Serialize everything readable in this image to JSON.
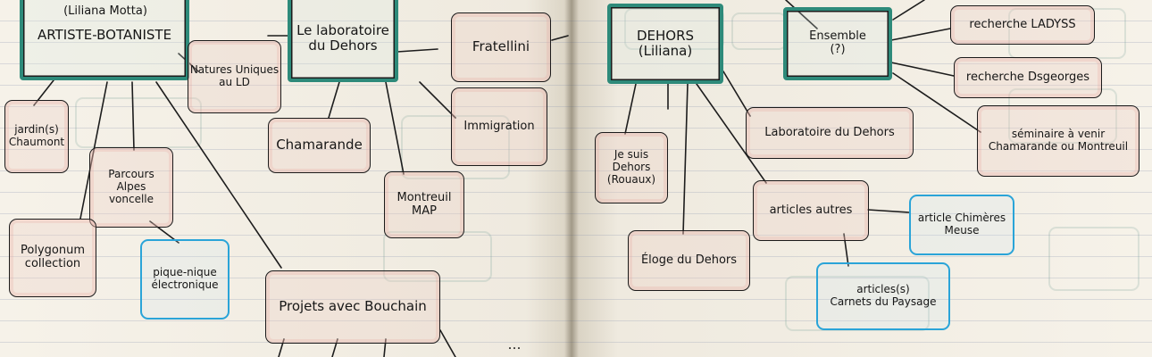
{
  "left_page": {
    "artiste_header": "(Liliana Motta)",
    "artiste": "ARTISTE-BOTANISTE",
    "laboratoire": "Le laboratoire\ndu Dehors",
    "fratellini": "Fratellini",
    "natures_uniques": "Natures Uniques\nau LD",
    "jardins": "jardin(s)\nChaumont",
    "parcours": "Parcours\nAlpes\nvoncelle",
    "chamarande": "Chamarande",
    "immigration": "Immigration",
    "montreuil": "Montreuil\nMAP",
    "polygonum": "Polygonum\ncollection",
    "pique_nique": "pique-nique\nélectronique",
    "projets": "Projets avec Bouchain"
  },
  "right_page": {
    "dehors": "DEHORS\n(Liliana)",
    "ensemble": "Ensemble\n(?)",
    "recherche_ladyss": "recherche LADYSS",
    "recherche_dsgeorges": "recherche Dsgeorges",
    "laboratoire_du_dehors": "Laboratoire du Dehors",
    "seminaire": "séminaire à venir\nChamarande ou Montreuil",
    "je_suis_dehors": "Je suis\nDehors\n(Rouaux)",
    "articles_autres": "articles autres",
    "article_chimeres": "article Chimères\nMeuse",
    "eloge": "Éloge du Dehors",
    "articles_carnets": "articles(s)\nCarnets du Paysage",
    "ellipsis": "…"
  }
}
